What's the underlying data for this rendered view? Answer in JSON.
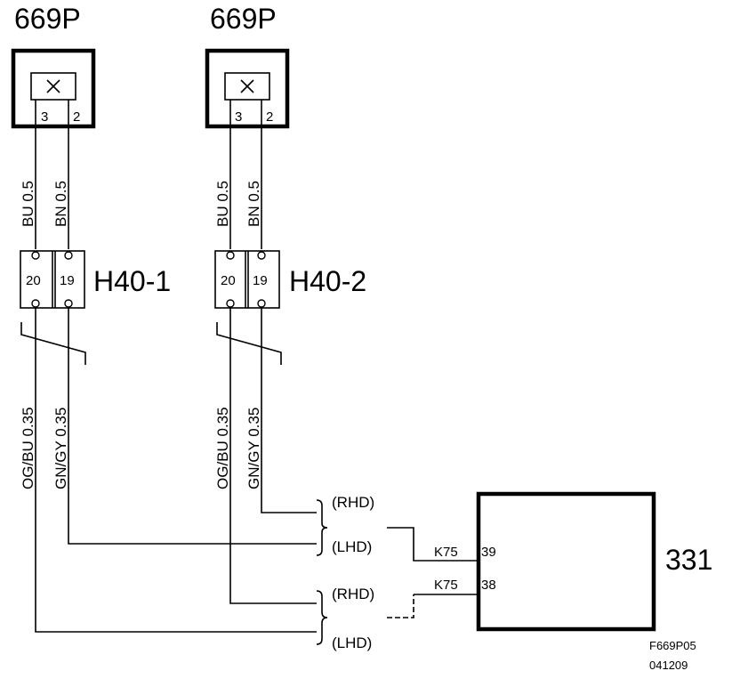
{
  "components": {
    "sensor_left": {
      "name": "669P",
      "pin_a": "3",
      "pin_b": "2"
    },
    "sensor_right": {
      "name": "669P",
      "pin_a": "3",
      "pin_b": "2"
    },
    "connector_h40_1": {
      "name": "H40-1",
      "pin_a": "20",
      "pin_b": "19"
    },
    "connector_h40_2": {
      "name": "H40-2",
      "pin_a": "20",
      "pin_b": "19"
    },
    "module_331": {
      "name": "331",
      "pin_39_prefix": "K75",
      "pin_39": "39",
      "pin_38_prefix": "K75",
      "pin_38": "38"
    }
  },
  "wires": {
    "left_upper_bu": "BU  0.5",
    "left_upper_bn": "BN  0.5",
    "right_upper_bu": "BU  0.5",
    "right_upper_bn": "BN  0.5",
    "left_lower_ogbu": "OG/BU  0.35",
    "left_lower_gngy": "GN/GY  0.35",
    "right_lower_ogbu": "OG/BU  0.35",
    "right_lower_gngy": "GN/GY  0.35"
  },
  "variants": {
    "rhd_1": "(RHD)",
    "lhd_1": "(LHD)",
    "rhd_2": "(RHD)",
    "lhd_2": "(LHD)"
  },
  "figure": {
    "code": "F669P05",
    "date": "041209"
  }
}
